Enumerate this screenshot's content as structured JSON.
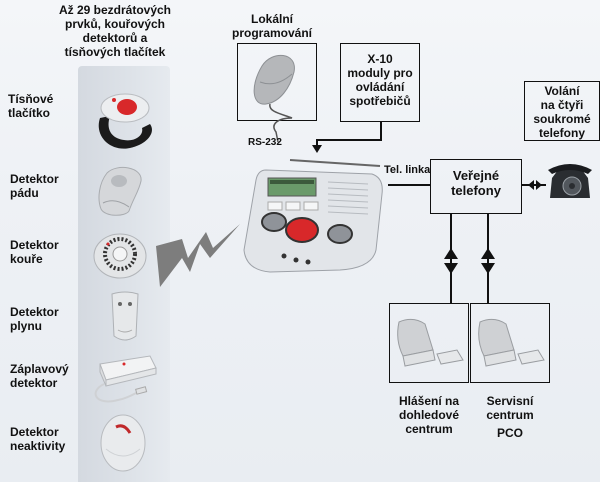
{
  "header": {
    "title_lines": [
      "Až 29 bezdrátových",
      "prvků, kouřových",
      "detektorů a",
      "tísňových tlačítek"
    ]
  },
  "devices": [
    {
      "label_lines": [
        "Tísňové",
        "tlačítko"
      ],
      "icon": "panic-button-wristband-icon"
    },
    {
      "label_lines": [
        "Detektor",
        "pádu"
      ],
      "icon": "fall-detector-icon"
    },
    {
      "label_lines": [
        "Detektor",
        "kouře"
      ],
      "icon": "smoke-detector-icon"
    },
    {
      "label_lines": [
        "Detektor",
        "plynu"
      ],
      "icon": "gas-detector-icon"
    },
    {
      "label_lines": [
        "Záplavový",
        "detektor"
      ],
      "icon": "flood-detector-icon"
    },
    {
      "label_lines": [
        "Detektor",
        "neaktivity"
      ],
      "icon": "inactivity-detector-icon"
    }
  ],
  "local_programming": {
    "label_lines": [
      "Lokální",
      "programování"
    ],
    "icon": "mouse-icon",
    "port_label": "RS-232"
  },
  "x10": {
    "label_lines": [
      "X-10",
      "moduly pro",
      "ovládání",
      "spotřebičů"
    ]
  },
  "private_calls": {
    "label_lines": [
      "Volání",
      "na čtyři",
      "soukromé",
      "telefony"
    ],
    "icon": "telephone-icon"
  },
  "phone_line_label": "Tel. linka",
  "public_phones": {
    "label_lines": [
      "Veřejné",
      "telefony"
    ]
  },
  "monitoring_center": {
    "label_lines": [
      "Hlášení na",
      "dohledové",
      "centrum"
    ],
    "icon": "computer-icon"
  },
  "service_center": {
    "label_lines": [
      "Servisní",
      "centrum",
      "PCO"
    ],
    "icon": "computer-icon"
  },
  "base_unit": {
    "icon": "alarm-base-unit-icon"
  },
  "wireless": {
    "icon": "lightning-bolt-icon"
  },
  "colors": {
    "panic_red": "#d8282a",
    "device_gray": "#c9ccd1",
    "line": "#111111",
    "bolt": "#7d7d7d"
  }
}
